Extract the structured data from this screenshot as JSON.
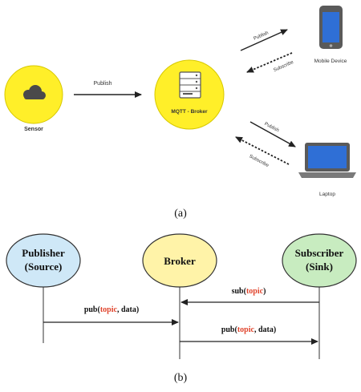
{
  "diagram_a": {
    "sensor_label": "Sensor",
    "broker_label": "MQTT - Broker",
    "publish_label": "Publish",
    "subscribe_label": "Subscribe",
    "mobile_label": "Mobile Device",
    "laptop_label": "Laptop",
    "caption": "(a)"
  },
  "diagram_b": {
    "publisher_line1": "Publisher",
    "publisher_line2": "(Source)",
    "broker": "Broker",
    "subscriber_line1": "Subscriber",
    "subscriber_line2": "(Sink)",
    "sub_prefix": "sub(",
    "sub_topic": "topic",
    "sub_suffix": ")",
    "pub_prefix": "pub(",
    "pub_topic": "topic",
    "pub_suffix": ", data)",
    "caption": "(b)"
  },
  "colors": {
    "yellow": "#ffef29",
    "publisher_fill": "#cfe8f7",
    "broker_fill": "#fff3a8",
    "subscriber_fill": "#c8ecc0",
    "topic_red": "#e0442c",
    "device_blue": "#2f6fd6"
  }
}
